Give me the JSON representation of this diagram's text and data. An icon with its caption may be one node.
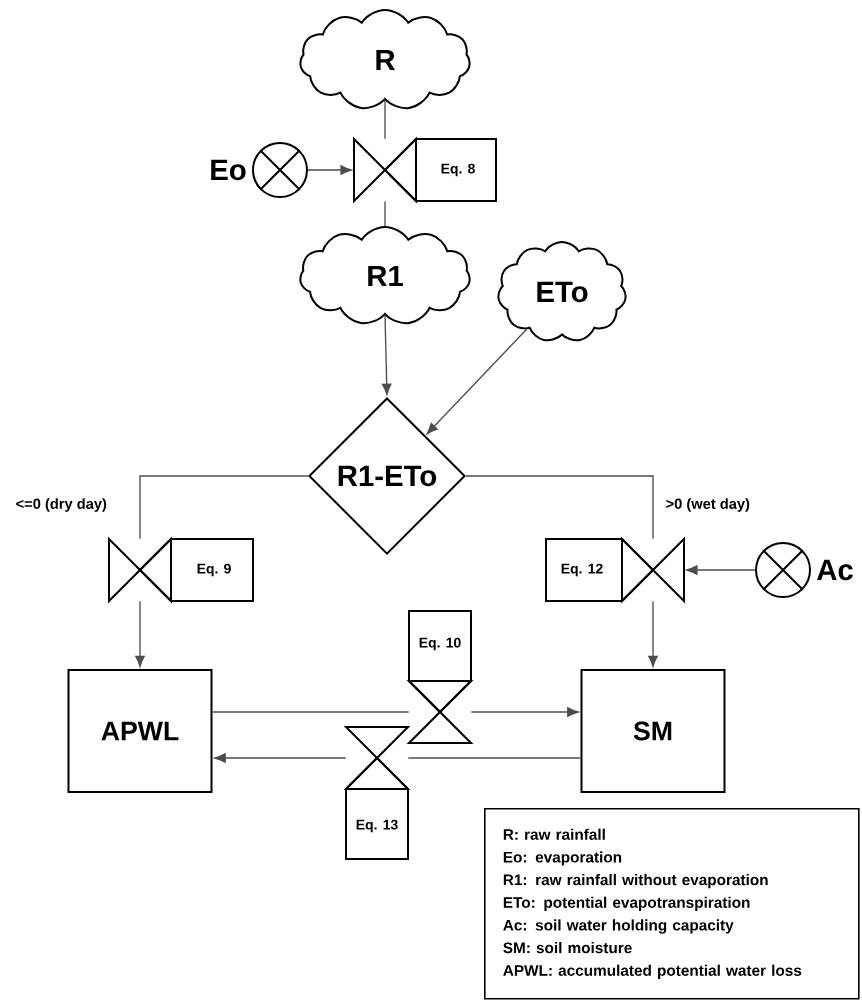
{
  "diagram": {
    "nodes": [
      {
        "text": [
          "R"
        ]
      },
      {
        "text": [],
        "shape": "circle",
        "beside": [
          "Eo"
        ]
      },
      {
        "text": [
          "Eq. 8"
        ]
      },
      {
        "text": [
          "R1"
        ]
      },
      {
        "text": [
          "ETo"
        ]
      },
      {
        "text": [
          "R1-ETo"
        ]
      },
      {
        "text": [
          "Eq. 9"
        ]
      },
      {
        "text": [
          "Eq. 12"
        ]
      },
      {
        "text": [],
        "shape": "circle",
        "beside": [
          "Ac"
        ]
      },
      {
        "text": [
          "Eq. 10"
        ]
      },
      {
        "text": [
          "APWL"
        ]
      },
      {
        "text": [
          "SM"
        ]
      },
      {
        "text": [
          "Eq. 13"
        ]
      },
      {
        "text": [
          "R: raw rainfall",
          "Eo: evaporation",
          "R1: raw rainfall without evaporation",
          "ETo: potential evapotranspiration",
          "Ac: soil water holding capacity",
          "SM: soil moisture",
          "APWL: accumulated potential water loss"
        ]
      }
    ],
    "edges": [
      {
        "from": 0,
        "to": 2,
        "arrow": "none"
      },
      {
        "from": 2,
        "to": 3,
        "arrow": "none"
      },
      {
        "from": 1,
        "to": 2,
        "arrow": "to"
      },
      {
        "from": 3,
        "to": 5,
        "arrow": "to"
      },
      {
        "from": 4,
        "to": 5,
        "arrow": "to"
      },
      {
        "from": 5,
        "to": 6,
        "arrow": "none",
        "label": "<=0 (dry day)"
      },
      {
        "from": 6,
        "to": 10,
        "arrow": "to"
      },
      {
        "from": 5,
        "to": 7,
        "arrow": "none",
        "label": ">0 (wet day)"
      },
      {
        "from": 8,
        "to": 7,
        "arrow": "to"
      },
      {
        "from": 7,
        "to": 11,
        "arrow": "to"
      },
      {
        "from": 10,
        "to": 9,
        "arrow": "none"
      },
      {
        "from": 9,
        "to": 11,
        "arrow": "to"
      },
      {
        "from": 11,
        "to": 12,
        "arrow": "none"
      },
      {
        "from": 12,
        "to": 10,
        "arrow": "to"
      }
    ]
  }
}
